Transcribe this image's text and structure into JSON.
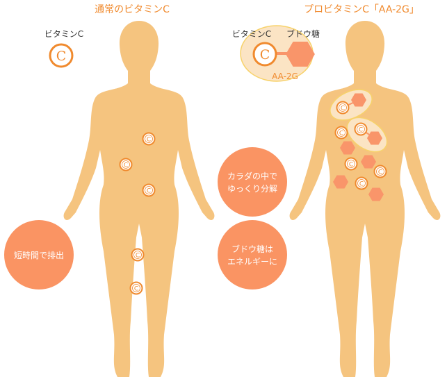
{
  "colors": {
    "body": "#f5c47f",
    "accent": "#f08a2e",
    "bubble": "#fa9463",
    "hex": "#f9956a",
    "ellipse_fill": "#fbe4c4",
    "ellipse_stroke": "#f7d26a",
    "label": "#333333"
  },
  "left": {
    "title": "通常のビタミンC",
    "vitc_label": "ビタミンC",
    "c_glyph": "C",
    "bubble": "短時間で排出"
  },
  "right": {
    "title": "プロビタミンC「AA-2G」",
    "vitc_label": "ビタミンC",
    "glucose_label": "ブドウ糖",
    "compound_label": "AA-2G",
    "c_glyph": "C",
    "bubble1": [
      "カラダの中で",
      "ゆっくり分解"
    ],
    "bubble2": [
      "ブドウ糖は",
      "エネルギーに"
    ]
  }
}
